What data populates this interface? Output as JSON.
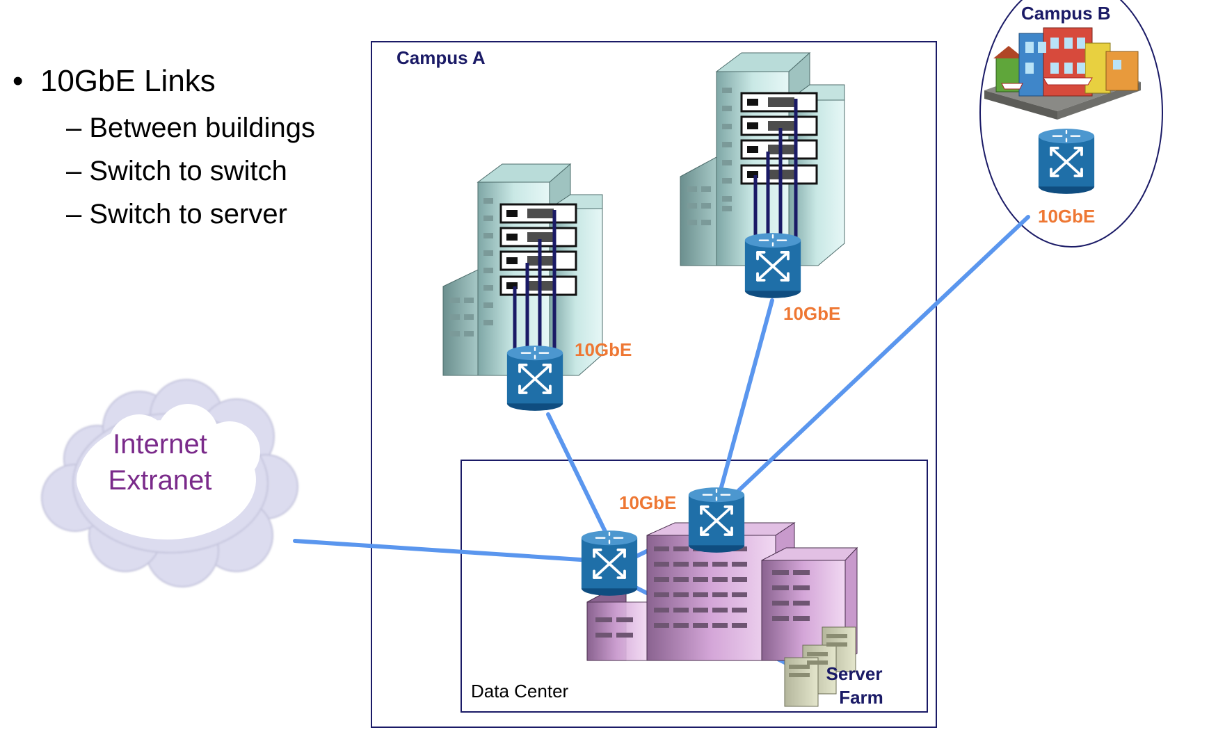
{
  "bullets": {
    "main": "10GbE Links",
    "subs": [
      "Between buildings",
      "Switch to switch",
      "Switch to server"
    ],
    "bullet_char": "•",
    "sub_char": "–"
  },
  "campus_a": {
    "label": "Campus A"
  },
  "campus_b": {
    "label": "Campus B"
  },
  "data_center": {
    "label": "Data Center"
  },
  "server_farm": {
    "label_line1": "Server",
    "label_line2": "Farm"
  },
  "cloud": {
    "line1": "Internet",
    "line2": "Extranet"
  },
  "link_labels": [
    "10GbE",
    "10GbE",
    "10GbE",
    "10GbE"
  ],
  "colors": {
    "link": "#5a96ee",
    "link_label": "#ee7733",
    "box_label": "#1a1a66",
    "cloud_text": "#7a2a8a",
    "switch": "#1f6fa8",
    "building_teal": "#a8d4d0",
    "building_pink": "#d7a8d8",
    "rack_cable": "#1a1a66"
  }
}
